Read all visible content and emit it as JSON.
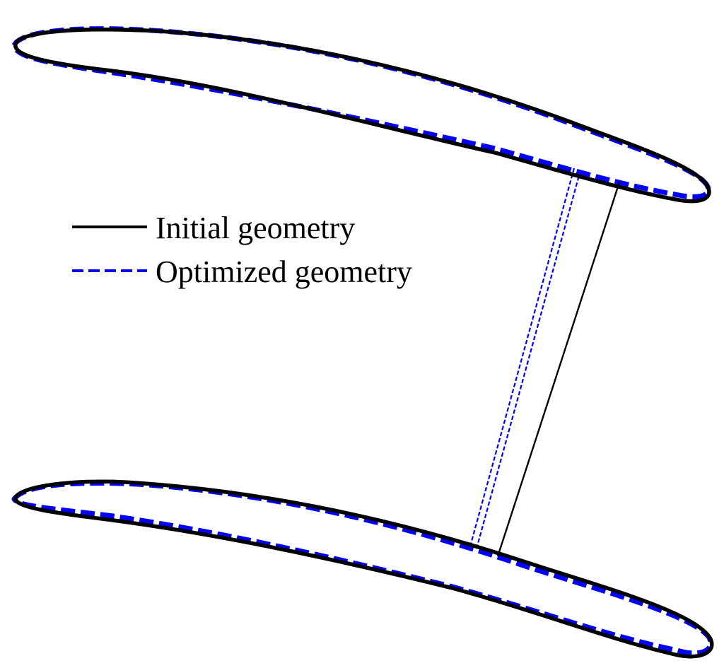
{
  "legend": {
    "items": [
      {
        "label": "Initial geometry",
        "color": "#000000",
        "style": "solid"
      },
      {
        "label": "Optimized geometry",
        "color": "#0000ff",
        "style": "dashed"
      }
    ]
  },
  "shapes": {
    "initial": {
      "color": "#000000",
      "style": "solid",
      "parts": [
        "upper-airfoil",
        "lower-airfoil",
        "connecting-strut"
      ]
    },
    "optimized": {
      "color": "#0000ff",
      "style": "dashed",
      "parts": [
        "upper-airfoil",
        "lower-airfoil",
        "connecting-strut"
      ]
    }
  }
}
